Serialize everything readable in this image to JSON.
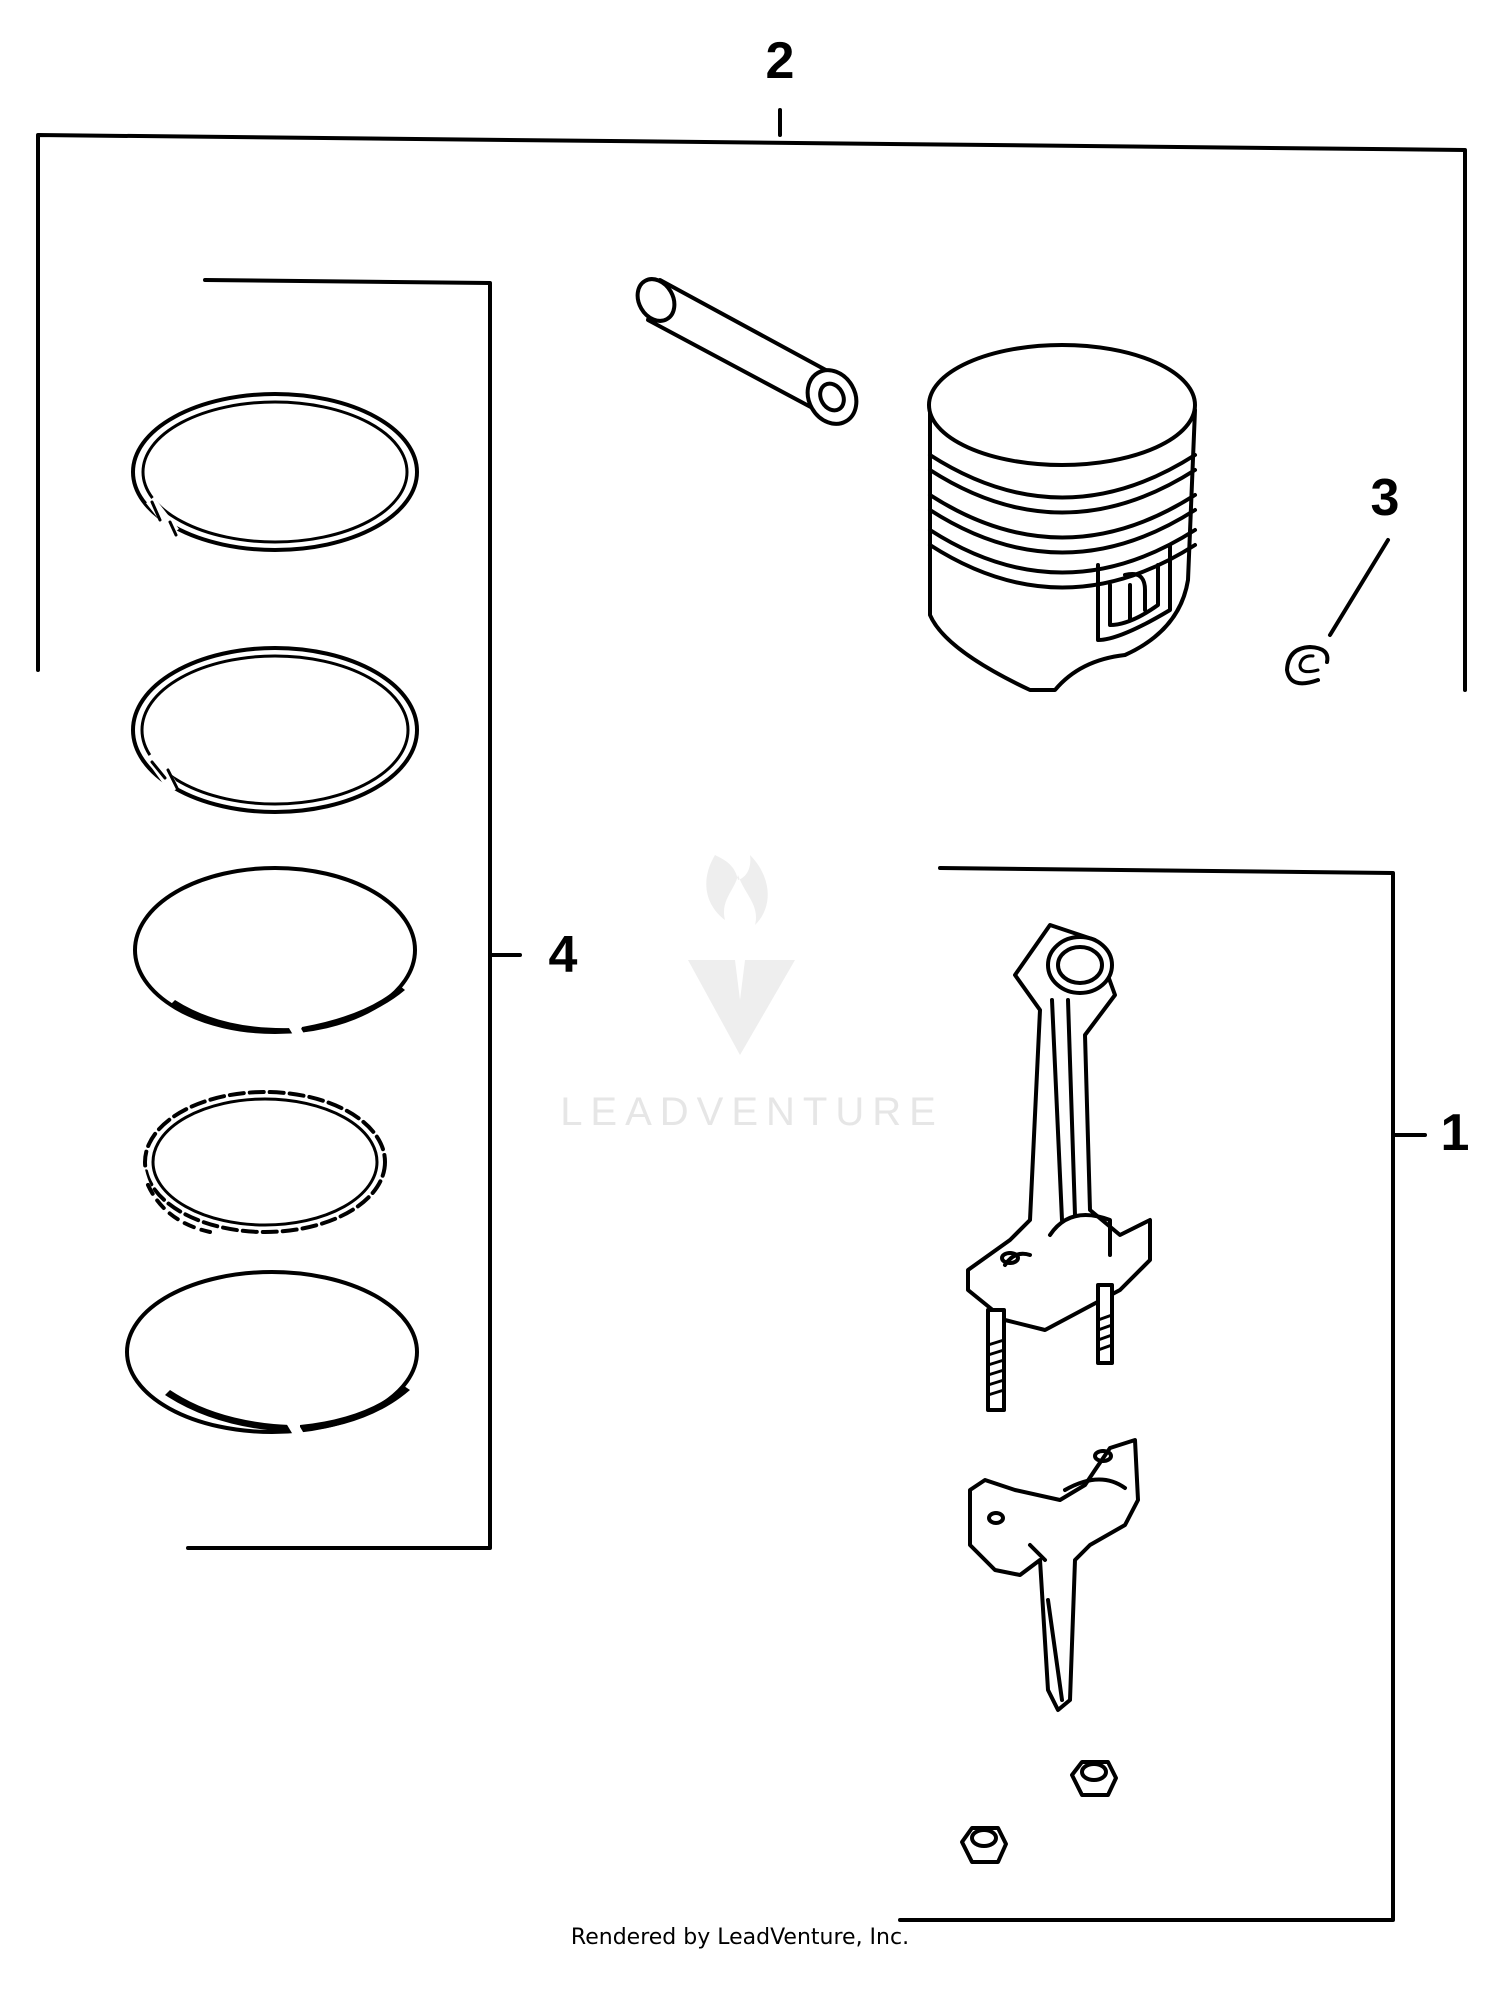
{
  "callouts": {
    "connecting_rod": "1",
    "piston_assembly": "2",
    "retaining_ring": "3",
    "piston_rings": "4"
  },
  "footer": "Rendered by LeadVenture, Inc.",
  "watermark": "LEADVENTURE"
}
